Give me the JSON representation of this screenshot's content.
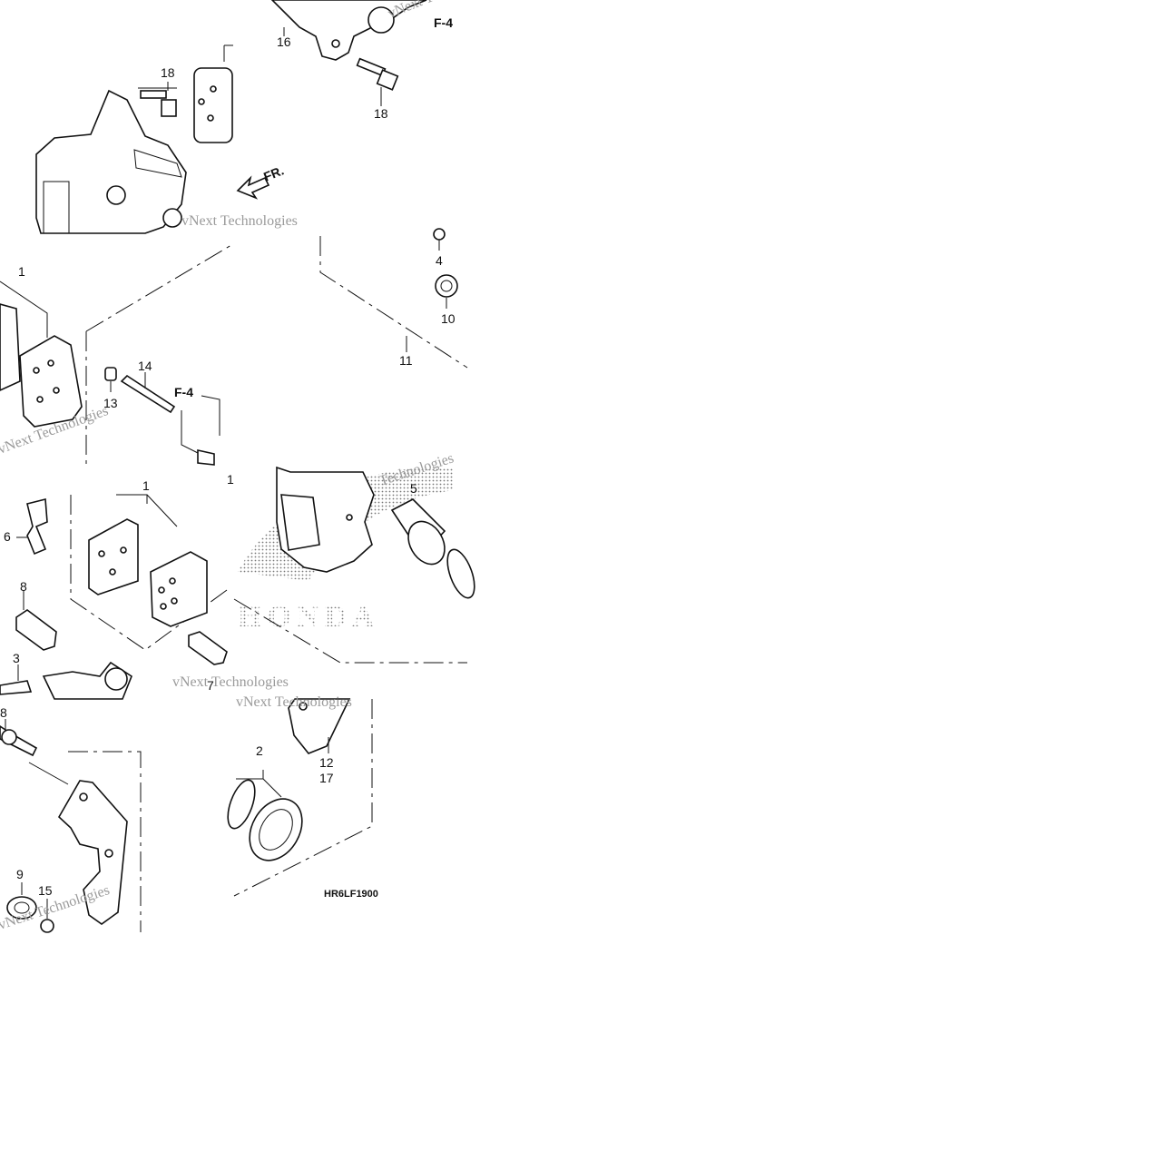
{
  "diagram": {
    "code": "HR6LF1900",
    "refs": [
      "F-4",
      "F-4"
    ],
    "direction_label": "FR.",
    "logo_text": "HONDA",
    "watermarks": [
      "vNext Technologies",
      "vNext Technologies",
      "vNext Technologies",
      "vNext Technologies",
      "vNext Technologies",
      "Technologies",
      "vNext Technologies"
    ],
    "callouts": [
      "16",
      "18",
      "18",
      "4",
      "10",
      "11",
      "1",
      "14",
      "13",
      "1",
      "1",
      "5",
      "6",
      "8",
      "7",
      "3",
      "8",
      "2",
      "12",
      "17",
      "9",
      "15"
    ]
  }
}
